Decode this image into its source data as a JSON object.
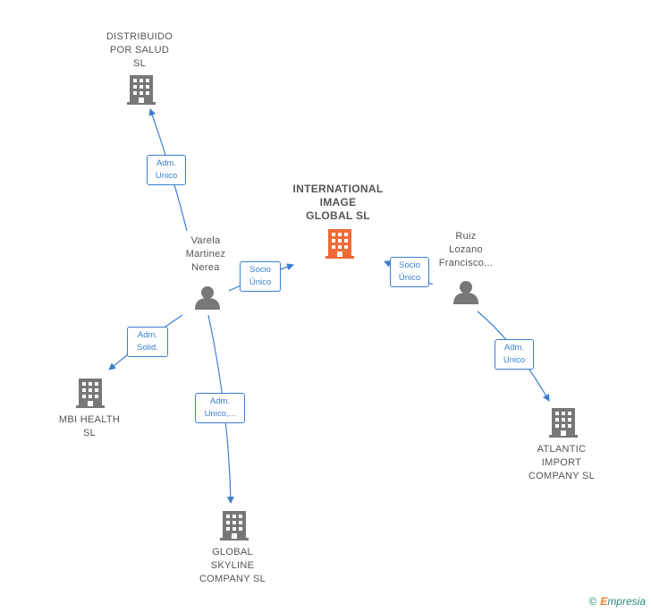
{
  "nodes": {
    "main": {
      "label": "INTERNATIONAL\nIMAGE\nGLOBAL  SL",
      "color": "#f26a35"
    },
    "distribuido": {
      "label": "DISTRIBUIDO\nPOR SALUD\nSL"
    },
    "mbi": {
      "label": "MBI HEALTH\nSL"
    },
    "global_skyline": {
      "label": "GLOBAL\nSKYLINE\nCOMPANY  SL"
    },
    "atlantic": {
      "label": "ATLANTIC\nIMPORT\nCOMPANY  SL"
    },
    "varela": {
      "label": "Varela\nMartinez\nNerea"
    },
    "ruiz": {
      "label": "Ruiz\nLozano\nFrancisco..."
    }
  },
  "edges": {
    "varela_distribuido": "Adm.\nUnico",
    "varela_main": "Socio\nÚnico",
    "ruiz_main": "Socio\nÚnico",
    "varela_mbi": "Adm.\nSolid.",
    "varela_skyline": "Adm.\nUnico,...",
    "ruiz_atlantic": "Adm.\nUnico"
  },
  "colors": {
    "edge": "#3b7fd1",
    "icon": "#777777",
    "accent": "#f26a35"
  },
  "footer": {
    "copyright": "©",
    "brand_first": "E",
    "brand_rest": "mpresia"
  }
}
